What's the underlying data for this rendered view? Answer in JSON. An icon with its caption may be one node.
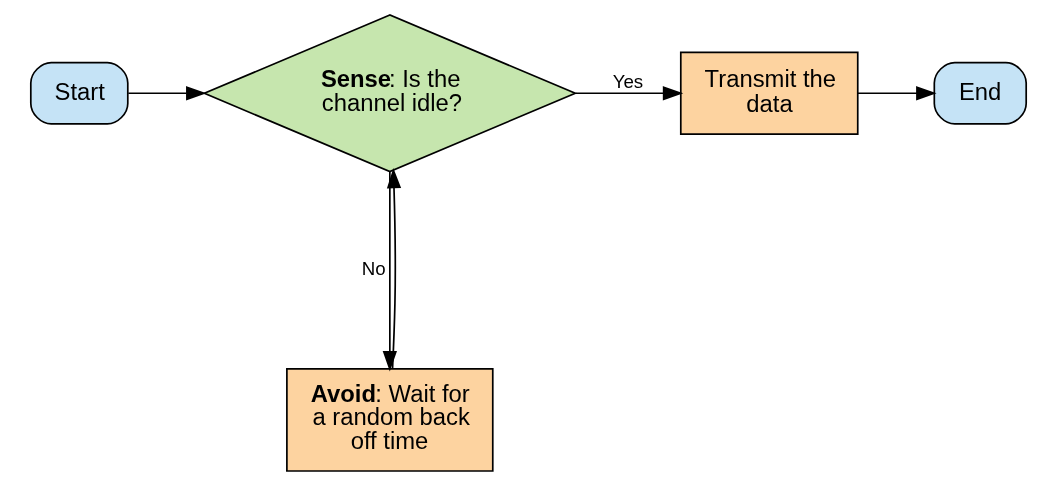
{
  "diagram": {
    "nodes": [
      {
        "text": [
          "Start"
        ]
      },
      {
        "text": [
          "**Sense**: Is the channel idle?"
        ]
      },
      {
        "text": [
          "Transmit the data"
        ]
      },
      {
        "text": [
          "End"
        ]
      },
      {
        "text": [
          "**Avoid**: Wait for a random back off time"
        ]
      }
    ],
    "edges": [
      {
        "from": 0,
        "to": 1,
        "arrow": "to"
      },
      {
        "from": 1,
        "to": 2,
        "arrow": "to",
        "label": "Yes"
      },
      {
        "from": 2,
        "to": 3,
        "arrow": "to"
      },
      {
        "from": 1,
        "to": 4,
        "arrow": "to",
        "label": "No"
      },
      {
        "from": 4,
        "to": 1,
        "arrow": "to"
      }
    ]
  }
}
